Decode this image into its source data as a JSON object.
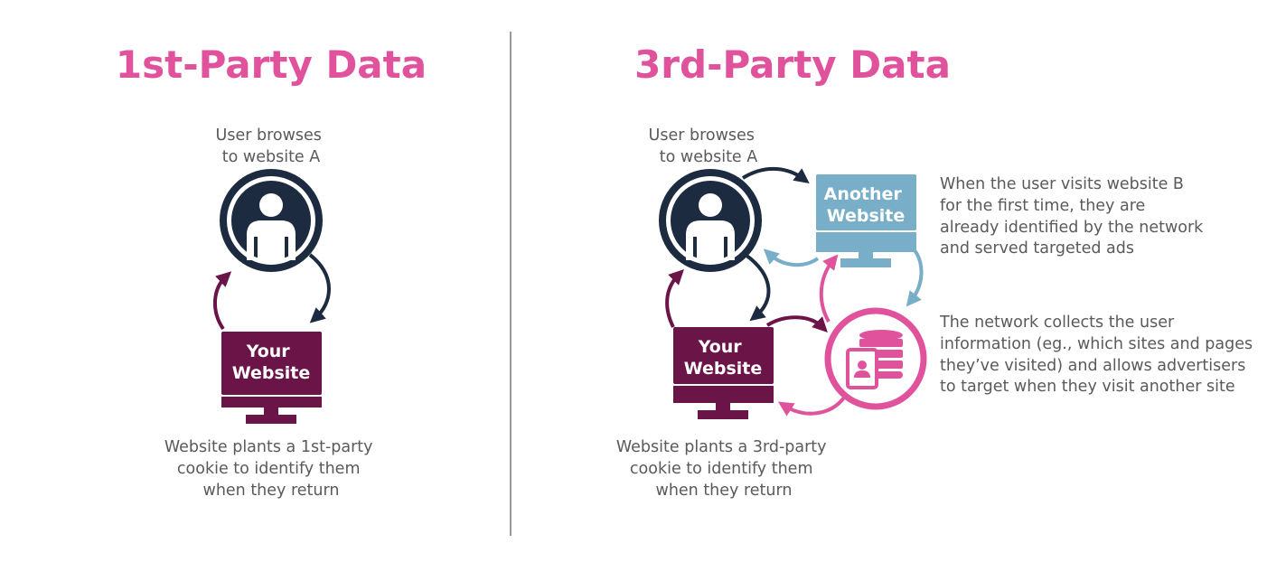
{
  "colors": {
    "accent": "#e0529c",
    "navy": "#1c2b40",
    "plum": "#6a1448",
    "light_blue": "#78aec8",
    "text": "#5a5a5a",
    "divider": "#555555"
  },
  "left": {
    "title": "1st-Party Data",
    "browse_caption": [
      "User browses",
      "to website A"
    ],
    "site_label": [
      "Your",
      "Website"
    ],
    "plant_caption": [
      "Website plants a 1st-party",
      "cookie to identify them",
      "when they return"
    ]
  },
  "right": {
    "title": "3rd-Party Data",
    "browse_caption": [
      "User browses",
      "to website A"
    ],
    "site_label": [
      "Your",
      "Website"
    ],
    "other_site_label": [
      "Another",
      "Website"
    ],
    "plant_caption": [
      "Website plants a 3rd-party",
      "cookie to identify them",
      "when they return"
    ],
    "visit_caption": [
      "When the user visits website B",
      "for the first time, they are",
      "already identified by the network",
      "and served targeted ads"
    ],
    "network_caption": [
      "The network collects the user",
      "information (eg., which sites and pages",
      "they’ve visited) and allows advertisers",
      "to target when they visit another site"
    ]
  }
}
